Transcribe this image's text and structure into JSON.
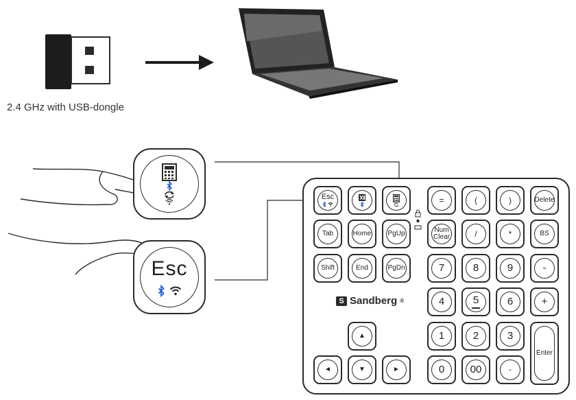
{
  "caption": "2.4 GHz with USB-dongle",
  "brand": "Sandberg",
  "brand_mark": "S",
  "brand_reg": "®",
  "zoom_esc_label": "Esc",
  "keys": {
    "esc": "Esc",
    "equals": "=",
    "paren_open": "(",
    "paren_close": ")",
    "delete": "Delete",
    "tab": "Tab",
    "home": "Home",
    "pgup": "PgUp",
    "num": "Num",
    "clear": "Clear",
    "slash": "/",
    "star": "*",
    "bs": "BS",
    "shift": "Shift",
    "end": "End",
    "pgdn": "PgDn",
    "seven": "7",
    "eight": "8",
    "nine": "9",
    "minus": "-",
    "four": "4",
    "five": "5",
    "six": "6",
    "plus": "+",
    "one": "1",
    "two": "2",
    "three": "3",
    "enter": "Enter",
    "zero": "0",
    "double_zero": "00",
    "dot": "·",
    "up": "▲",
    "down": "▼",
    "left": "◄",
    "right": "►"
  },
  "icons": {
    "bluetooth": "bluetooth-icon",
    "wifi": "wifi-icon",
    "calculator": "calculator-icon",
    "excel": "excel-icon",
    "sync": "sync-icon",
    "lock": "lock-icon"
  },
  "colors": {
    "bluetooth": "#2b5fd6",
    "line": "#2a2a2a"
  }
}
